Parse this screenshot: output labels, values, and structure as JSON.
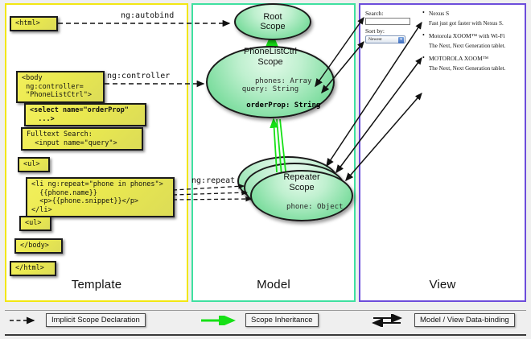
{
  "panels": {
    "template": {
      "title": "Template",
      "border_color": "#f2e713"
    },
    "model": {
      "title": "Model",
      "border_color": "#3fe0a0"
    },
    "view": {
      "title": "View",
      "border_color": "#6d4ddb"
    }
  },
  "template_code": [
    {
      "id": "html-open",
      "text": "<html>"
    },
    {
      "id": "body-open",
      "text": "<body\n ng:controller=\n \"PhoneListCtrl\">"
    },
    {
      "id": "select-tag",
      "text": "<select name=\"orderProp\"\n  ...>"
    },
    {
      "id": "fulltext",
      "text": "Fulltext Search:\n  <input name=\"query\">"
    },
    {
      "id": "ul-open",
      "text": "<ul>"
    },
    {
      "id": "li-repeat",
      "text": "<li ng:repeat=\"phone in phones\">\n  {{phone.name}}\n  <p>{{phone.snippet}}</p>\n</li>"
    },
    {
      "id": "ul-close",
      "text": "<ul>"
    },
    {
      "id": "body-close",
      "text": "</body>"
    },
    {
      "id": "html-close",
      "text": "</html>"
    }
  ],
  "connectors": {
    "autobind": "ng:autobind",
    "controller": "ng:controller",
    "repeat": "ng:repeat"
  },
  "scopes": [
    {
      "id": "root",
      "title": "Root\nScope",
      "title_line1": "Root",
      "title_line2": "Scope",
      "props": ""
    },
    {
      "id": "phonelist",
      "title_line1": "PhoneListCtrl",
      "title_line2": "Scope",
      "props_plain": "phones: Array\nquery: String",
      "props_bold": "orderProp: String"
    },
    {
      "id": "repeater",
      "title_line1": "Repeater",
      "title_line2": "Scope",
      "props_plain": "phone: Object"
    }
  ],
  "view": {
    "search_label": "Search:",
    "search_value": "",
    "sort_label": "Sort by:",
    "sort_selected": "Newest",
    "sort_options": [
      "Newest"
    ],
    "phones": [
      {
        "name": "Nexus S",
        "snippet": "Fast just got faster with Nexus S."
      },
      {
        "name": "Motorola XOOM™ with Wi-Fi",
        "snippet": "The Next, Next Generation tablet."
      },
      {
        "name": "MOTOROLA XOOM™",
        "snippet": "The Next, Next Generation tablet."
      }
    ]
  },
  "legend": [
    {
      "id": "implicit-scope-declaration",
      "label": "Implicit Scope Declaration",
      "marker": "dashed-arrow",
      "color": "#1a1a1a"
    },
    {
      "id": "scope-inheritance",
      "label": "Scope Inheritance",
      "marker": "green-arrow",
      "color": "#16e016"
    },
    {
      "id": "model-view-data-binding",
      "label": "Model / View Data-binding",
      "marker": "double-arrow",
      "color": "#1a1a1a"
    }
  ],
  "colors": {
    "background": "#efefef",
    "code_box": "#eae94f",
    "scope_fill": "#84dfa4",
    "inheritance_green": "#16e016"
  }
}
